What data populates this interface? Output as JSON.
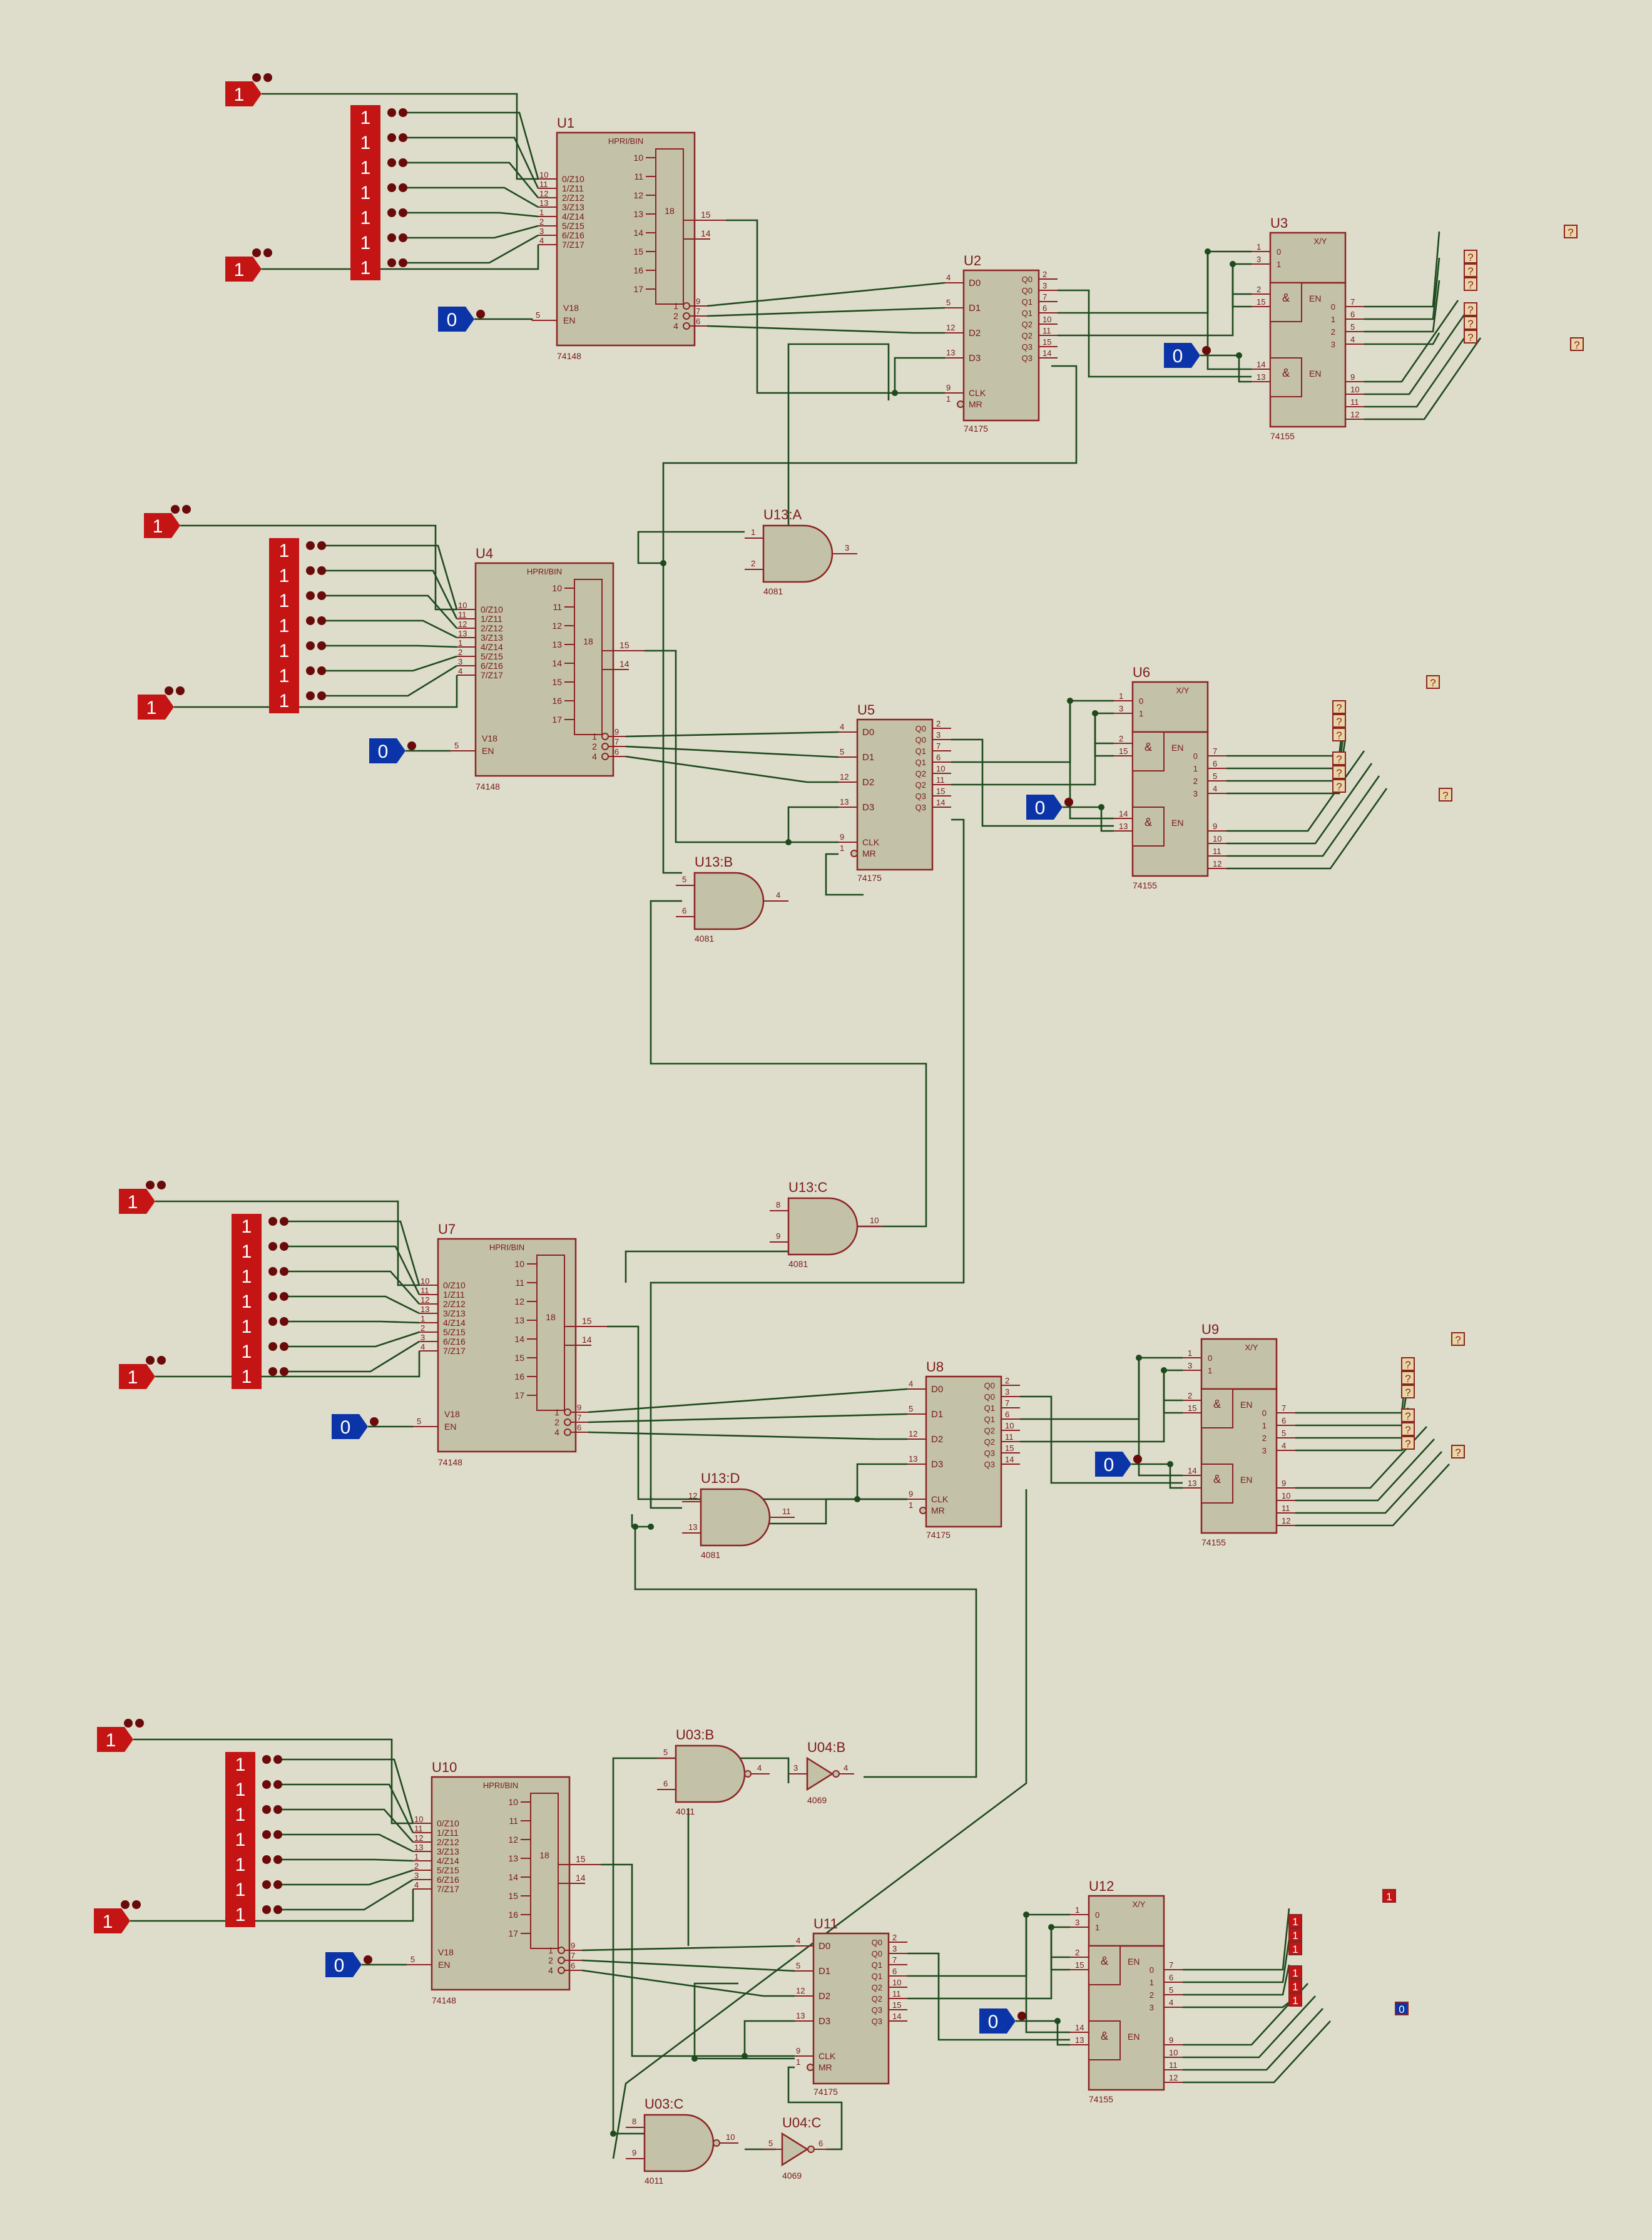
{
  "colors": {
    "background": "#dedcca",
    "wire": "#1e4a1e",
    "part_fill": "#c3c1a7",
    "part_stroke": "#8c2424",
    "text": "#7a1c1c",
    "logic_high": "#c41414",
    "logic_low": "#0b34a8"
  },
  "parts": {
    "u1": {
      "ref": "U1",
      "title": "HPRI/BIN",
      "type": "74148"
    },
    "u2": {
      "ref": "U2",
      "type": "74175"
    },
    "u3": {
      "ref": "U3",
      "title": "X/Y",
      "type": "74155"
    },
    "u4": {
      "ref": "U4",
      "title": "HPRI/BIN",
      "type": "74148"
    },
    "u5": {
      "ref": "U5",
      "type": "74175"
    },
    "u6": {
      "ref": "U6",
      "title": "X/Y",
      "type": "74155"
    },
    "u7": {
      "ref": "U7",
      "title": "HPRI/BIN",
      "type": "74148"
    },
    "u8": {
      "ref": "U8",
      "type": "74175"
    },
    "u9": {
      "ref": "U9",
      "title": "X/Y",
      "type": "74155"
    },
    "u10": {
      "ref": "U10",
      "title": "HPRI/BIN",
      "type": "74148"
    },
    "u11": {
      "ref": "U11",
      "type": "74175"
    },
    "u12": {
      "ref": "U12",
      "title": "X/Y",
      "type": "74155"
    },
    "u13a": {
      "ref": "U13:A",
      "type": "4081",
      "in1": "1",
      "in2": "2",
      "out": "3"
    },
    "u13b": {
      "ref": "U13:B",
      "type": "4081",
      "in1": "5",
      "in2": "6",
      "out": "4"
    },
    "u13c": {
      "ref": "U13:C",
      "type": "4081",
      "in1": "8",
      "in2": "9",
      "out": "10"
    },
    "u13d": {
      "ref": "U13:D",
      "type": "4081",
      "in1": "12",
      "in2": "13",
      "out": "11"
    },
    "u03b": {
      "ref": "U03:B",
      "type": "4011",
      "in1": "5",
      "in2": "6",
      "out": "4"
    },
    "u03c": {
      "ref": "U03:C",
      "type": "4011",
      "in1": "8",
      "in2": "9",
      "out": "10"
    },
    "u04b": {
      "ref": "U04:B",
      "type": "4069",
      "in": "3",
      "out": "4"
    },
    "u04c": {
      "ref": "U04:C",
      "type": "4069",
      "in": "5",
      "out": "6"
    }
  },
  "encoder_pins": {
    "inputs": [
      "0/Z10",
      "1/Z11",
      "2/Z12",
      "3/Z13",
      "4/Z14",
      "5/Z15",
      "6/Z16",
      "7/Z17"
    ],
    "input_nums": [
      "10",
      "11",
      "12",
      "13",
      "1",
      "2",
      "3",
      "4"
    ],
    "v18": "V18",
    "en": "EN",
    "en_num": "5",
    "right_nums": [
      "10",
      "11",
      "12",
      "13",
      "14",
      "15",
      "16",
      "17"
    ],
    "pin18": "18",
    "pin15": "15",
    "pin14": "14",
    "out_bits": [
      "1",
      "2",
      "4"
    ],
    "out_nums": [
      "9",
      "7",
      "6"
    ]
  },
  "latch_pins": {
    "d": [
      "D0",
      "D1",
      "D2",
      "D3"
    ],
    "d_nums": [
      "4",
      "5",
      "12",
      "13"
    ],
    "clk": "CLK",
    "clk_num": "9",
    "mr": "MR",
    "mr_num": "1",
    "q": [
      "Q0",
      "Q0",
      "Q1",
      "Q1",
      "Q2",
      "Q2",
      "Q3",
      "Q3"
    ],
    "q_nums": [
      "2",
      "3",
      "7",
      "6",
      "10",
      "11",
      "15",
      "14"
    ]
  },
  "decoder_pins": {
    "sel": [
      "0",
      "1"
    ],
    "sel_nums": [
      "1",
      "3"
    ],
    "en_a": [
      "2",
      "15"
    ],
    "en_b": [
      "14",
      "13"
    ],
    "and": "&",
    "en": "EN",
    "out_a": [
      "0",
      "1",
      "2",
      "3"
    ],
    "out_a_nums": [
      "7",
      "6",
      "5",
      "4"
    ],
    "out_b_nums": [
      "9",
      "10",
      "11",
      "12"
    ]
  },
  "probes": {
    "unknown": "?",
    "high": "1",
    "low": "0"
  }
}
